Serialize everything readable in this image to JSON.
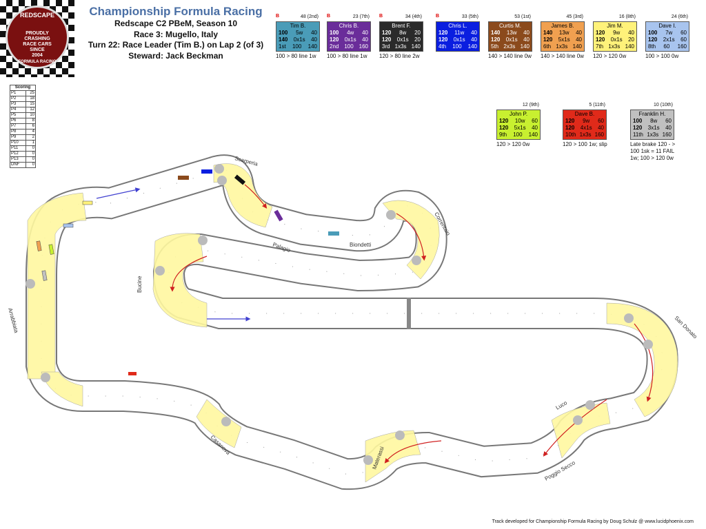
{
  "header": {
    "title": "Championship Formula Racing",
    "season": "Redscape C2 PBeM, Season 10",
    "race": "Race 3: Mugello, Italy",
    "turn": "Turn 22: Race Leader (Tim B.) on Lap 2 (of 3)",
    "steward": "Steward: Jack Beckman"
  },
  "logo": {
    "lines": [
      "REDSCAPE",
      "PROUDLY",
      "CRASHING",
      "RACE CARS",
      "SINCE",
      "2004",
      "FORMULA RACING"
    ]
  },
  "scoring": {
    "title": "Scoring",
    "rows": [
      {
        "pos": "P1",
        "pts": "25"
      },
      {
        "pos": "P2",
        "pts": "18"
      },
      {
        "pos": "P3",
        "pts": "15"
      },
      {
        "pos": "P4",
        "pts": "12"
      },
      {
        "pos": "P5",
        "pts": "10"
      },
      {
        "pos": "P6",
        "pts": "8"
      },
      {
        "pos": "P7",
        "pts": "6"
      },
      {
        "pos": "P8",
        "pts": "4"
      },
      {
        "pos": "P9",
        "pts": "2"
      },
      {
        "pos": "P10",
        "pts": "1"
      },
      {
        "pos": "P11",
        "pts": "0"
      },
      {
        "pos": "P12",
        "pts": "0"
      },
      {
        "pos": "P13",
        "pts": "0"
      },
      {
        "pos": "DNF",
        "pts": "0"
      }
    ]
  },
  "drivers": [
    {
      "b": "B",
      "num": "48 (2nd)",
      "name": "Tim B.",
      "color": "#4a9cb8",
      "text": "#000",
      "rows": [
        [
          "100",
          "5w",
          "40"
        ],
        [
          "140",
          "0x1s",
          "40"
        ],
        [
          "1st",
          "100",
          "140"
        ]
      ],
      "note": "100 > 80 line 1w"
    },
    {
      "b": "B",
      "num": "23 (7th)",
      "name": "Chris B.",
      "color": "#6a2d9a",
      "text": "#fff",
      "rows": [
        [
          "100",
          "4w",
          "40"
        ],
        [
          "120",
          "0x1s",
          "40"
        ],
        [
          "2nd",
          "100",
          "160"
        ]
      ],
      "note": "100 > 80 line 1w"
    },
    {
      "b": "B",
      "num": "34 (4th)",
      "name": "Brent F.",
      "color": "#2a2a2a",
      "text": "#fff",
      "rows": [
        [
          "120",
          "8w",
          "20"
        ],
        [
          "120",
          "0x1s",
          "20"
        ],
        [
          "3rd",
          "1x3s",
          "140"
        ]
      ],
      "note": "120 > 80 line 2w"
    },
    {
      "b": "B",
      "num": "33 (5th)",
      "name": "Chris L.",
      "color": "#0a1ee0",
      "text": "#fff",
      "rows": [
        [
          "120",
          "11w",
          "40"
        ],
        [
          "120",
          "0x1s",
          "40"
        ],
        [
          "4th",
          "100",
          "140"
        ]
      ],
      "note": ""
    },
    {
      "b": "",
      "num": "53 (1st)",
      "name": "Curtis M.",
      "color": "#8b4a1c",
      "text": "#fff",
      "rows": [
        [
          "140",
          "13w",
          "40"
        ],
        [
          "120",
          "0x1s",
          "40"
        ],
        [
          "5th",
          "2x3s",
          "140"
        ]
      ],
      "note": "140 > 140 line 0w"
    },
    {
      "b": "",
      "num": "45 (3rd)",
      "name": "James B.",
      "color": "#f0a050",
      "text": "#000",
      "rows": [
        [
          "140",
          "13w",
          "40"
        ],
        [
          "120",
          "5x1s",
          "40"
        ],
        [
          "6th",
          "1x3s",
          "140"
        ]
      ],
      "note": "140 > 140 line 0w"
    },
    {
      "b": "",
      "num": "16 (8th)",
      "name": "Jim M.",
      "color": "#fff27a",
      "text": "#000",
      "rows": [
        [
          "120",
          "9w",
          "40"
        ],
        [
          "120",
          "0x1s",
          "20"
        ],
        [
          "7th",
          "1x3s",
          "140"
        ]
      ],
      "note": "120 > 120 0w"
    },
    {
      "b": "",
      "num": "24 (6th)",
      "name": "Dave I.",
      "color": "#a8c4ee",
      "text": "#000",
      "rows": [
        [
          "100",
          "7w",
          "60"
        ],
        [
          "120",
          "2x1s",
          "60"
        ],
        [
          "8th",
          "60",
          "160"
        ]
      ],
      "note": "100 > 100 0w"
    },
    {
      "b": "",
      "num": "12 (9th)",
      "name": "John P.",
      "color": "#c8f030",
      "text": "#000",
      "rows": [
        [
          "120",
          "10w",
          "60"
        ],
        [
          "120",
          "5x1s",
          "40"
        ],
        [
          "9th",
          "100",
          "140"
        ]
      ],
      "note": "120 > 120 0w"
    },
    {
      "b": "",
      "num": "5 (11th)",
      "name": "Dave B.",
      "color": "#e02a1a",
      "text": "#000",
      "rows": [
        [
          "120",
          "9w",
          "60"
        ],
        [
          "120",
          "4x1s",
          "40"
        ],
        [
          "10th",
          "1x3s",
          "160"
        ]
      ],
      "note": "120 > 100 1w; slip"
    },
    {
      "b": "",
      "num": "10 (10th)",
      "name": "Franklin H.",
      "color": "#c0c0c0",
      "text": "#000",
      "rows": [
        [
          "100",
          "8w",
          "60"
        ],
        [
          "120",
          "3x1s",
          "40"
        ],
        [
          "11th",
          "1x3s",
          "160"
        ]
      ],
      "note": "Late brake 120 - > 100 1sk = 11 FAIL 1w; 100 > 120 0w"
    }
  ],
  "corners": {
    "scarperia": "Scarperia",
    "correntaio": "Correntaio",
    "palagio": "Palagio",
    "biondetti": "Biondetti",
    "bucine": "Bucine",
    "arrabbiata": "Arrabbiata",
    "casanova": "Casanova",
    "materassi": "Materassi",
    "luco": "Luco",
    "san_donato": "San Donato",
    "poggio_secco": "Poggio Secco"
  },
  "footer": "Track developed for Championship Formula Racing by Doug Schulz @ www.lucidphoenix.com"
}
